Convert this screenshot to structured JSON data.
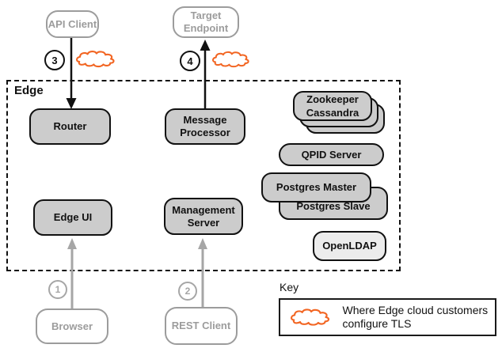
{
  "nodes": {
    "api_client": "API Client",
    "target_endpoint": "Target Endpoint",
    "router": "Router",
    "message_processor": "Message Processor",
    "edge_ui": "Edge UI",
    "management_server": "Management Server",
    "zookeeper": "Zookeeper",
    "cassandra": "Cassandra",
    "qpid_server": "QPID Server",
    "postgres_master": "Postgres Master",
    "postgres_slave": "Postgres Slave",
    "openldap": "OpenLDAP",
    "browser": "Browser",
    "rest_client": "REST Client"
  },
  "edge_zone": {
    "label": "Edge"
  },
  "markers": {
    "step1": "1",
    "step2": "2",
    "step3": "3",
    "step4": "4"
  },
  "key": {
    "title": "Key",
    "cloud_meaning": "Where Edge cloud customers configure TLS"
  },
  "colors": {
    "cloud_orange": "#f26522",
    "component_fill": "#cccccc",
    "openldap_fill": "#ececec",
    "muted_gray": "#9c9c9c"
  }
}
